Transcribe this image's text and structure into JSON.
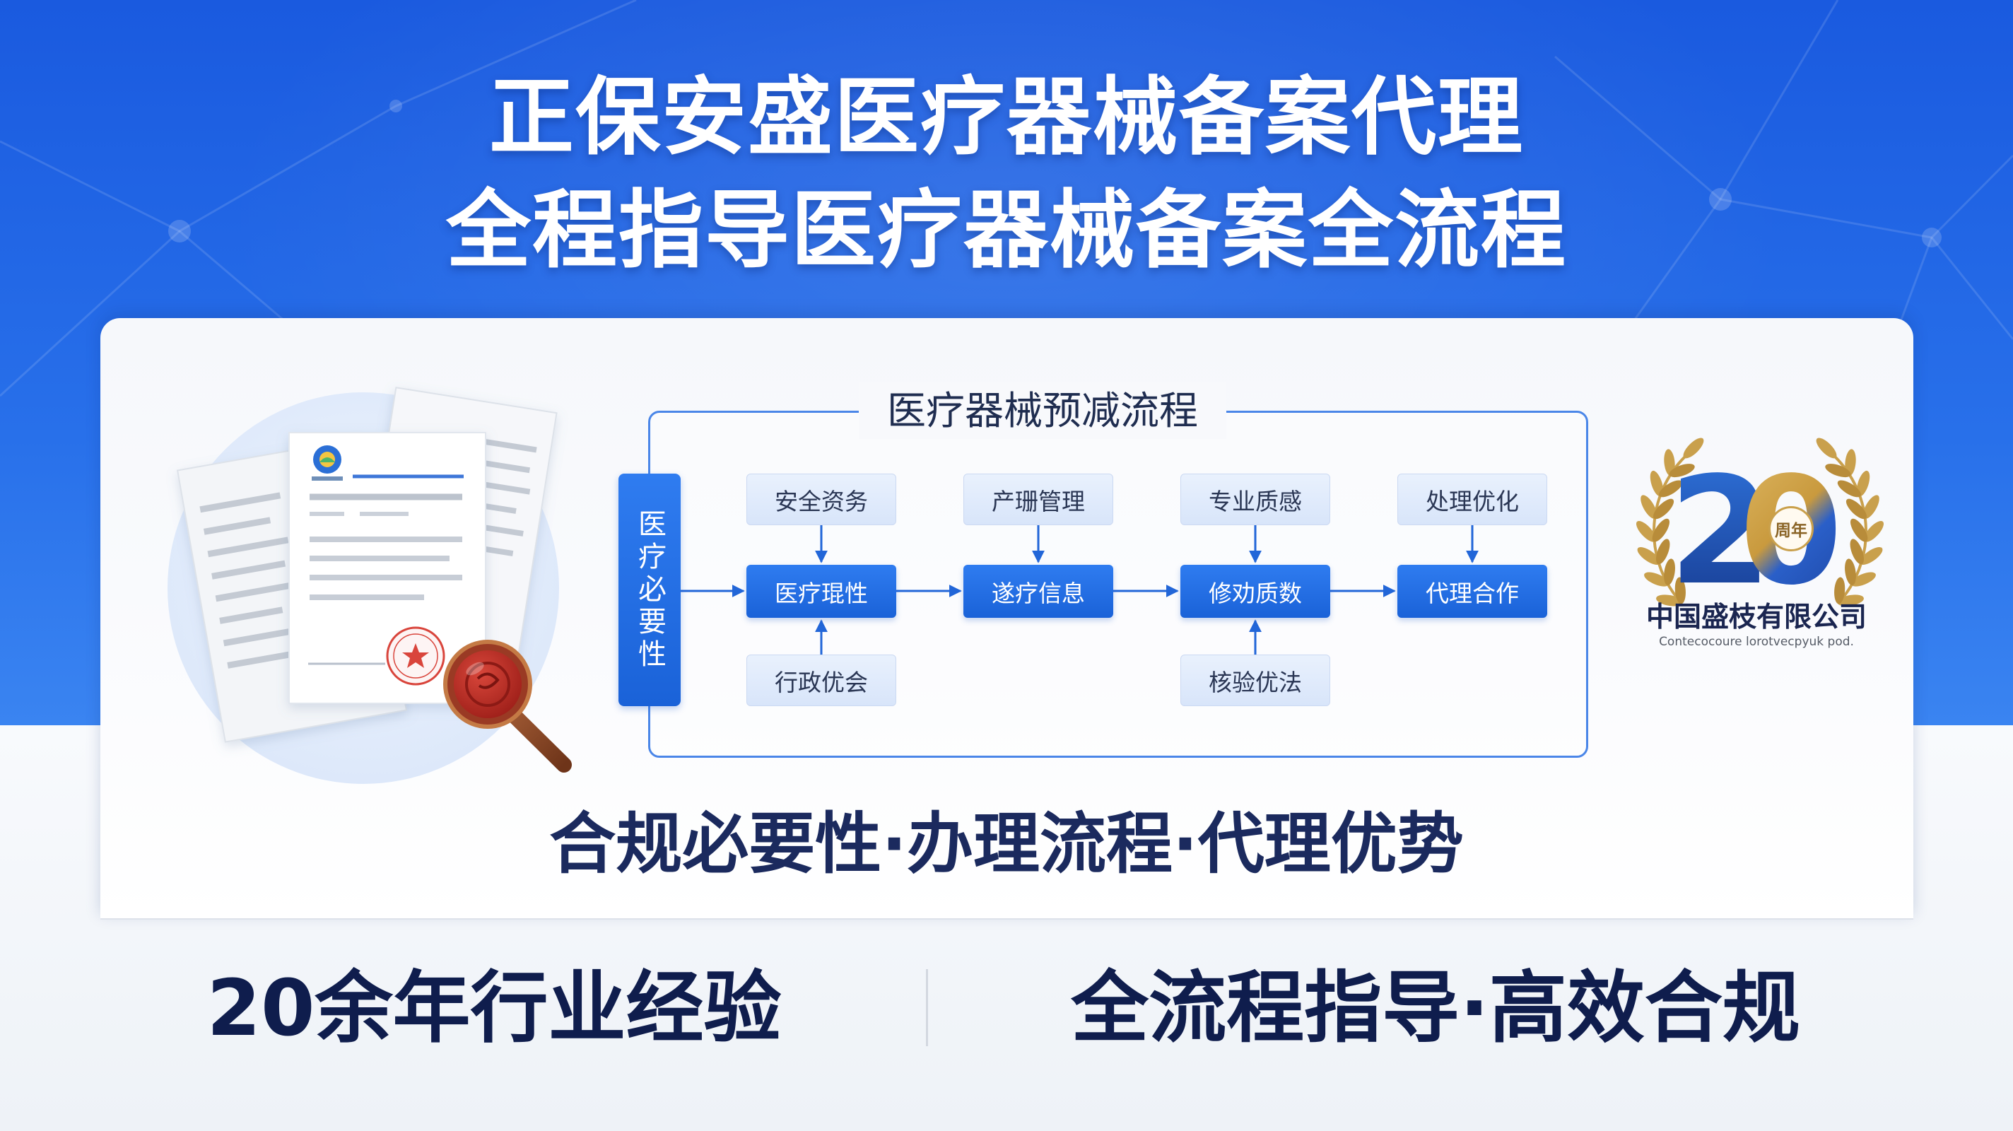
{
  "header": {
    "title_line1": "正保安盛医疗器械备案代理",
    "title_line2": "全程指导医疗器械备案全流程"
  },
  "flow": {
    "title": "医疗器械预减流程",
    "start": "医疗必要性",
    "columns": [
      {
        "top": "安全资务",
        "main": "医疗琨性",
        "bottom": "行政优会"
      },
      {
        "top": "产珊管理",
        "main": "遂疗信息"
      },
      {
        "top": "专业质感",
        "main": "修劝质数",
        "bottom": "核验优法"
      },
      {
        "top": "处理优化",
        "main": "代理合作"
      }
    ]
  },
  "badge": {
    "digit_first": "2",
    "digit_second": "0",
    "label": "周年",
    "company": "中国盛枝有限公司",
    "company_en": "Contecocoure lorotvecpyuk pod."
  },
  "subtitle": "合规必要性·办理流程·代理优势",
  "footer": {
    "left": "20余年行业经验",
    "right": "全流程指导·高效合规"
  },
  "icons": [
    "document-stack-icon",
    "red-stamp-icon",
    "wax-seal-magnifier-icon",
    "laurel-wreath-icon"
  ],
  "colors": {
    "brand_blue": "#1f6fe0",
    "navy_text": "#14224f",
    "gold": "#c9a04c",
    "seal_red": "#b22a22"
  }
}
